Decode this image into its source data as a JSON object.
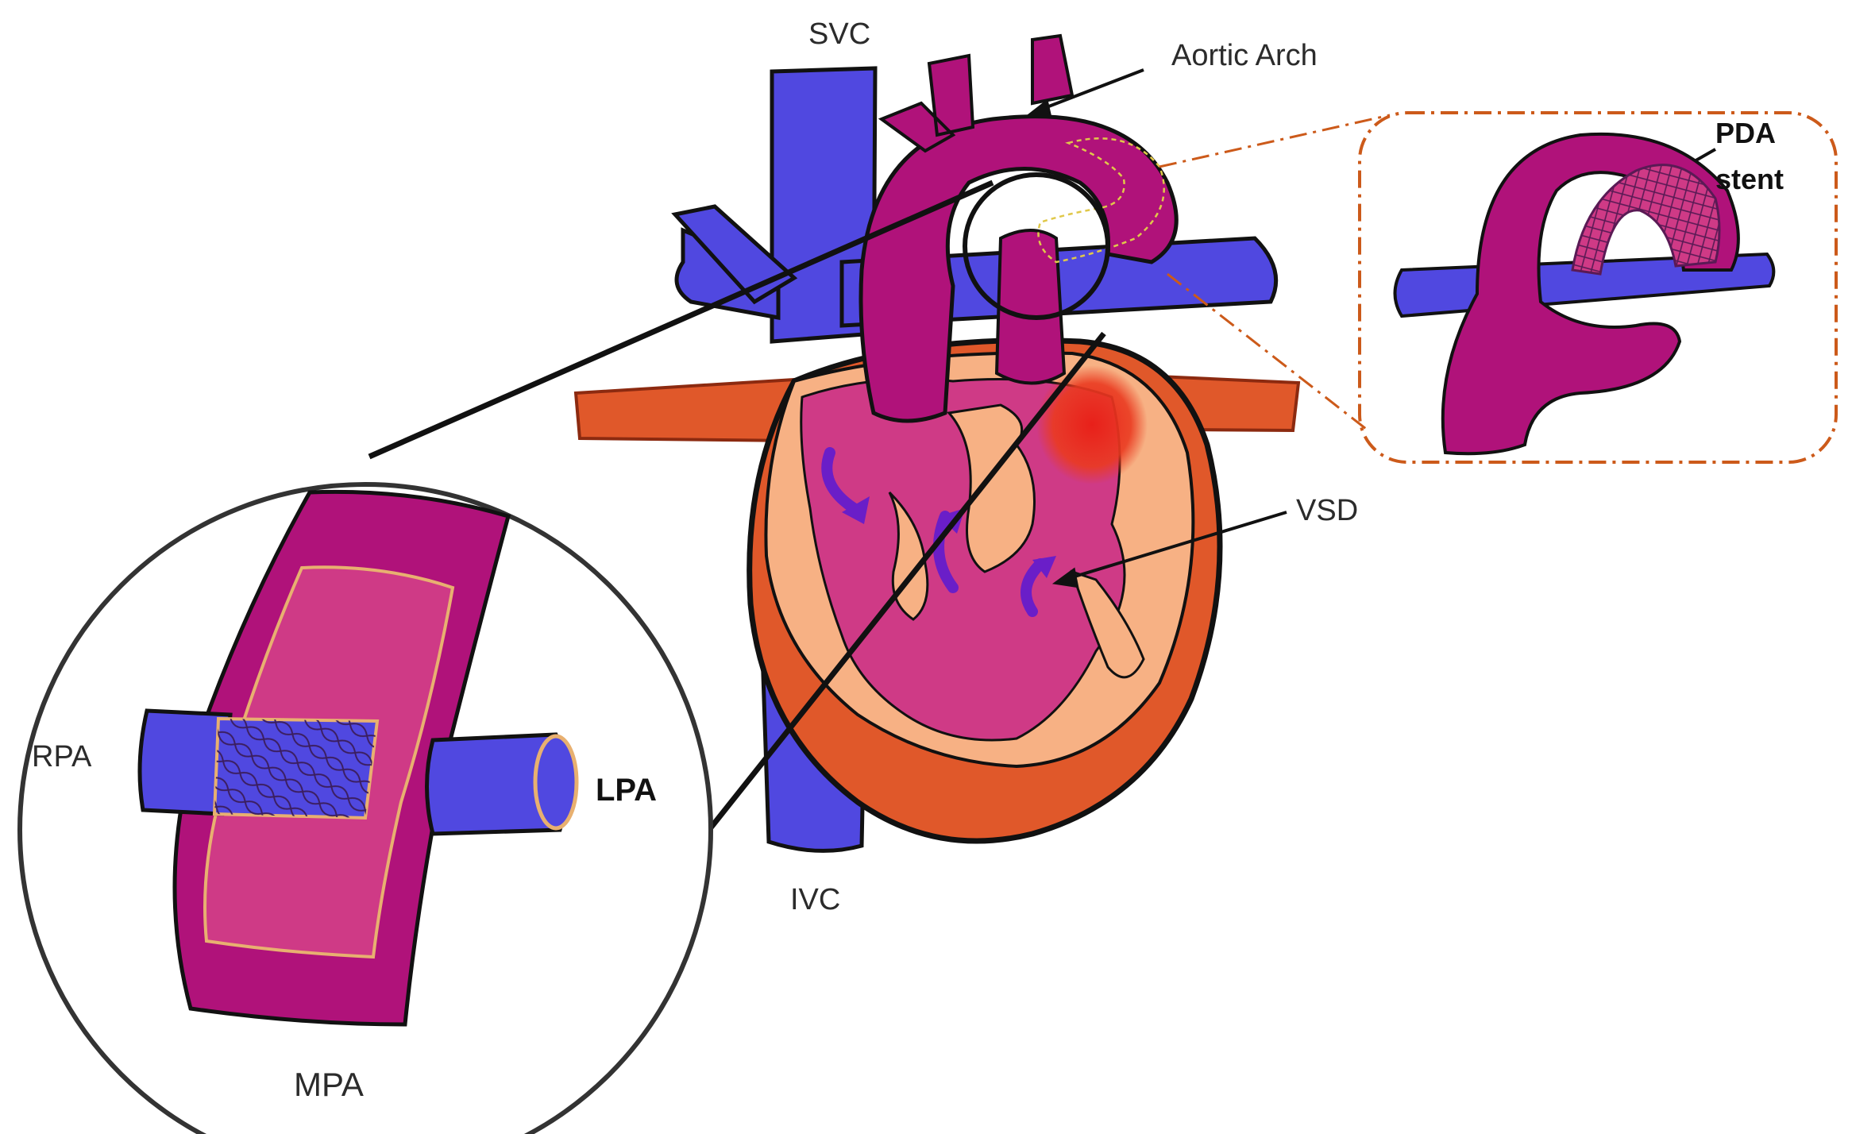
{
  "labels": {
    "svc": "SVC",
    "ivc": "IVC",
    "aortic_arch": "Aortic Arch",
    "vsd": "VSD",
    "pda_line1": "PDA",
    "pda_line2": "stent",
    "rpa": "RPA",
    "lpa": "LPA",
    "mpa": "MPA"
  },
  "colors": {
    "vein_blue": "#5048e0",
    "artery_magenta": "#b0127a",
    "myocardium_light": "#f7b184",
    "pericardium_orange": "#e0582a",
    "chamber_pink": "#cf3a86",
    "flow_purple": "#6a1ec8",
    "stent_orange_dash": "#cc5a1a",
    "outline_black": "#111111"
  }
}
